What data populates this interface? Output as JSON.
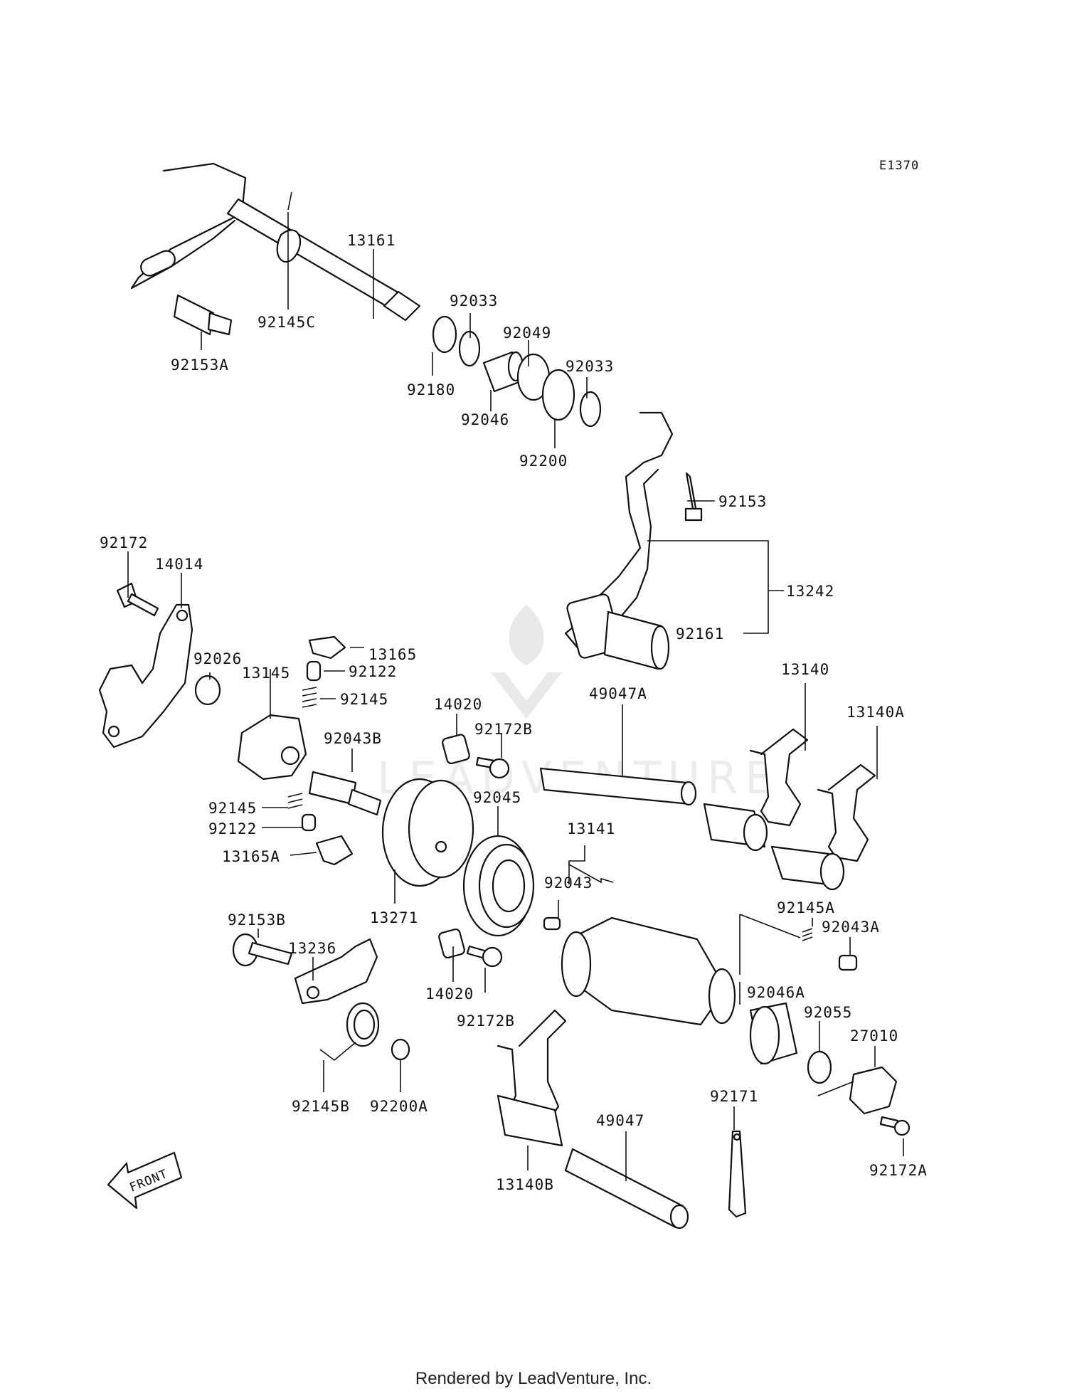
{
  "diagram_code": "E1370",
  "watermark": "LEADVENTURE",
  "front_label": "FRONT",
  "footer": "Rendered by LeadVenture, Inc.",
  "callouts": [
    {
      "id": "13161",
      "text": "13161"
    },
    {
      "id": "92145C",
      "text": "92145C"
    },
    {
      "id": "92153A",
      "text": "92153A"
    },
    {
      "id": "92033a",
      "text": "92033"
    },
    {
      "id": "92049",
      "text": "92049"
    },
    {
      "id": "92180",
      "text": "92180"
    },
    {
      "id": "92046",
      "text": "92046"
    },
    {
      "id": "92033b",
      "text": "92033"
    },
    {
      "id": "92200",
      "text": "92200"
    },
    {
      "id": "92153",
      "text": "92153"
    },
    {
      "id": "13242",
      "text": "13242"
    },
    {
      "id": "92161",
      "text": "92161"
    },
    {
      "id": "92172",
      "text": "92172"
    },
    {
      "id": "14014",
      "text": "14014"
    },
    {
      "id": "92026",
      "text": "92026"
    },
    {
      "id": "13165",
      "text": "13165"
    },
    {
      "id": "92122a",
      "text": "92122"
    },
    {
      "id": "13145",
      "text": "13145"
    },
    {
      "id": "92145a",
      "text": "92145"
    },
    {
      "id": "92043B",
      "text": "92043B"
    },
    {
      "id": "14020a",
      "text": "14020"
    },
    {
      "id": "92172B_a",
      "text": "92172B"
    },
    {
      "id": "49047A",
      "text": "49047A"
    },
    {
      "id": "13140",
      "text": "13140"
    },
    {
      "id": "13140A",
      "text": "13140A"
    },
    {
      "id": "92145b",
      "text": "92145"
    },
    {
      "id": "92122b",
      "text": "92122"
    },
    {
      "id": "13165A",
      "text": "13165A"
    },
    {
      "id": "92045",
      "text": "92045"
    },
    {
      "id": "13141",
      "text": "13141"
    },
    {
      "id": "92043",
      "text": "92043"
    },
    {
      "id": "13271",
      "text": "13271"
    },
    {
      "id": "92145A",
      "text": "92145A"
    },
    {
      "id": "92043A",
      "text": "92043A"
    },
    {
      "id": "92153B",
      "text": "92153B"
    },
    {
      "id": "13236",
      "text": "13236"
    },
    {
      "id": "14020b",
      "text": "14020"
    },
    {
      "id": "92172B_b",
      "text": "92172B"
    },
    {
      "id": "92046A",
      "text": "92046A"
    },
    {
      "id": "92055",
      "text": "92055"
    },
    {
      "id": "27010",
      "text": "27010"
    },
    {
      "id": "92145B",
      "text": "92145B"
    },
    {
      "id": "92200A",
      "text": "92200A"
    },
    {
      "id": "49047",
      "text": "49047"
    },
    {
      "id": "92171",
      "text": "92171"
    },
    {
      "id": "92172A",
      "text": "92172A"
    },
    {
      "id": "13140B",
      "text": "13140B"
    }
  ]
}
